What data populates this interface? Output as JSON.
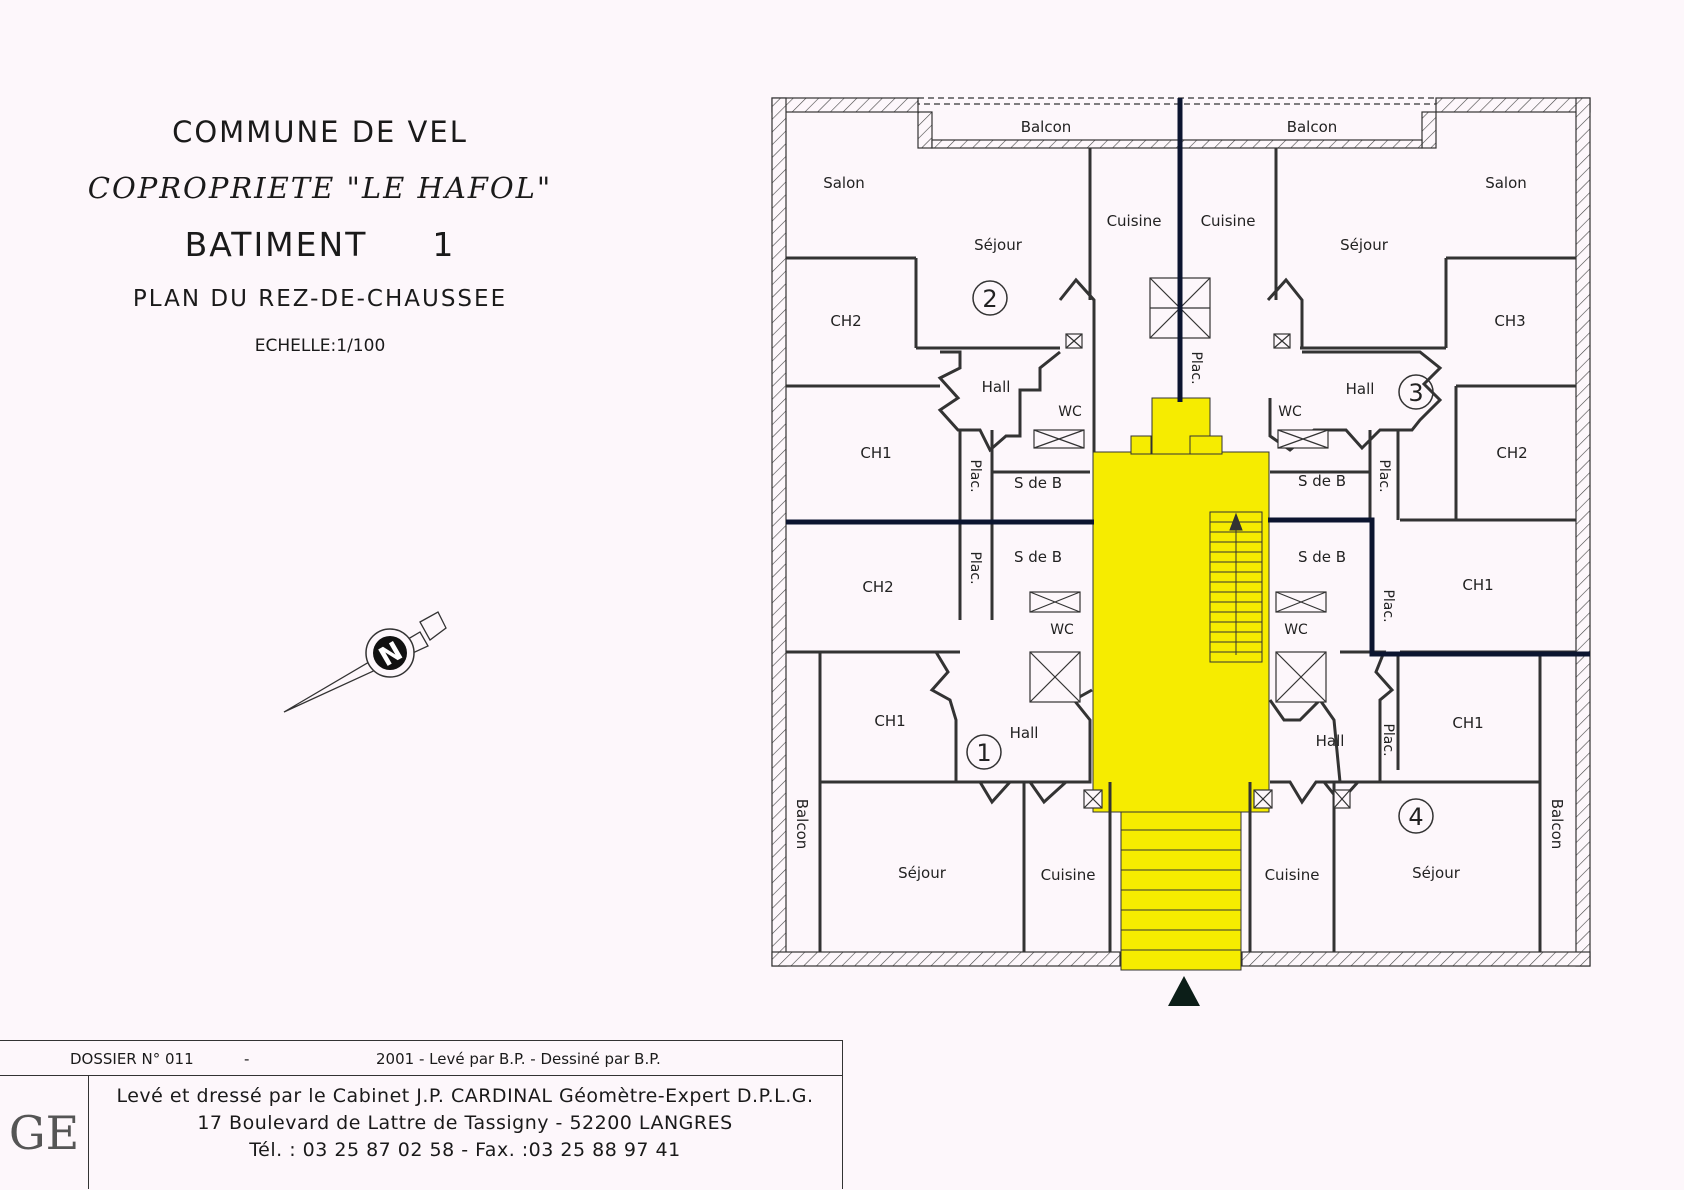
{
  "title": {
    "commune": "COMMUNE DE VEL",
    "copropriete": "COPROPRIETE \"LE HAFOL\"",
    "batiment": "BATIMENT",
    "batiment_num": "1",
    "plan": "PLAN DU REZ-DE-CHAUSSEE",
    "echelle": "ECHELLE:1/100"
  },
  "compass": {
    "letter": "N"
  },
  "rooms": {
    "balcon_nw": "Balcon",
    "balcon_ne": "Balcon",
    "balcon_sw": "Balcon",
    "balcon_se": "Balcon",
    "salon_2": "Salon",
    "salon_3": "Salon",
    "sejour_2": "Séjour",
    "sejour_3": "Séjour",
    "sejour_1": "Séjour",
    "sejour_4": "Séjour",
    "cuisine_2": "Cuisine",
    "cuisine_3": "Cuisine",
    "cuisine_1": "Cuisine",
    "cuisine_4": "Cuisine",
    "ch2_top": "CH2",
    "ch3": "CH3",
    "hall_2": "Hall",
    "hall_3": "Hall",
    "hall_1": "Hall",
    "hall_4": "Hall",
    "wc_2": "WC",
    "wc_3": "WC",
    "wc_1": "WC",
    "wc_4": "WC",
    "ch1_west": "CH1",
    "ch2_east": "CH2",
    "ch2_west": "CH2",
    "ch1_east": "CH1",
    "ch1_sw": "CH1",
    "ch1_se": "CH1",
    "sdb_nw": "S de B",
    "sdb_ne": "S de B",
    "sdb_sw": "S de B",
    "sdb_se": "S de B",
    "plac_center": "Plac.",
    "plac_nw": "Plac.",
    "plac_ne": "Plac.",
    "plac_sw": "Plac.",
    "plac_e": "Plac.",
    "plac_se": "Plac."
  },
  "apartments": [
    "1",
    "2",
    "3",
    "4"
  ],
  "footer": {
    "dossier": "DOSSIER N° 011",
    "dash": "-",
    "year_line": "2001 - Levé par B.P. - Dessiné par B.P.",
    "logo": "GE",
    "line1": "Levé et dressé par le Cabinet J.P. CARDINAL Géomètre-Expert D.P.L.G.",
    "line2": "17 Boulevard de Lattre de Tassigny - 52200 LANGRES",
    "line3": "Tél. : 03 25 87 02 58 - Fax. :03 25 88 97 41"
  },
  "colors": {
    "common_area": "#f6ec00",
    "lot_boundary": "#0c1530",
    "wall": "#333333"
  }
}
